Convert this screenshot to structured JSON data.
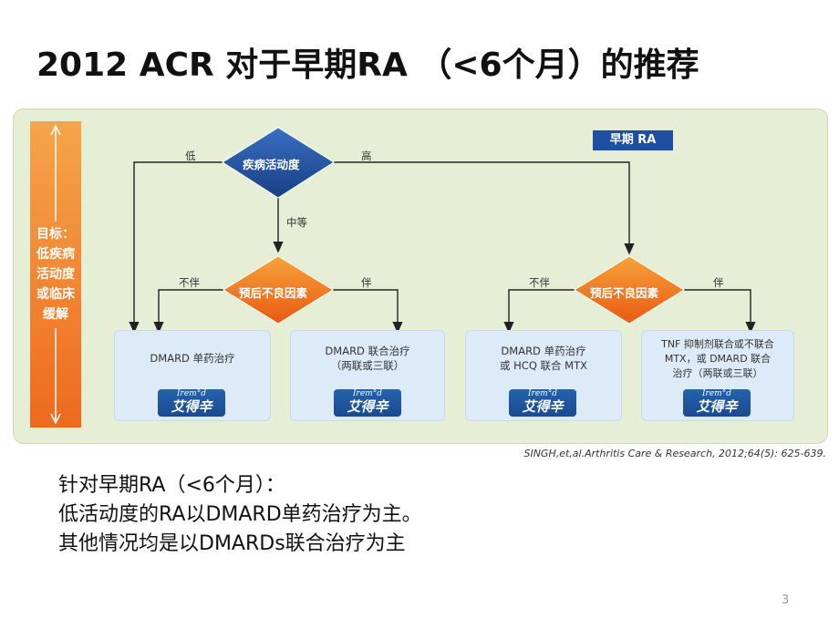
{
  "title": "2012 ACR 对于早期RA （<6个月）的推荐",
  "diagram": {
    "tag": "早期 RA",
    "goal": "目标：\n低疾病\n活动度\n或临床\n缓解",
    "decision_activity": "疾病活动度",
    "decision_prognosis": "预后不良因素",
    "edge_low": "低",
    "edge_high": "高",
    "edge_moderate": "中等",
    "edge_without": "不伴",
    "edge_with": "伴",
    "box1": "DMARD 单药治疗",
    "box2": "DMARD 联合治疗\n（两联或三联）",
    "box3": "DMARD 单药治疗\n或 HCQ 联合 MTX",
    "box4": "TNF 抑制剂联合或不联合\nMTX，或 DMARD 联合\n治疗（两联或三联）",
    "logo_top": "Irem°d",
    "logo_bottom": "艾得辛",
    "citation": "SINGH,et,al.Arthritis Care & Research, 2012;64(5): 625-639."
  },
  "summary": {
    "line1": "针对早期RA（<6个月）：",
    "line2": "低活动度的RA以DMARD单药治疗为主。",
    "line3": "其他情况均是以DMARDs联合治疗为主"
  },
  "page_number": "3",
  "colors": {
    "diamond_blue": "#1f4fa0",
    "diamond_orange": "#ee6a1e",
    "panel": "#e6efd6"
  }
}
